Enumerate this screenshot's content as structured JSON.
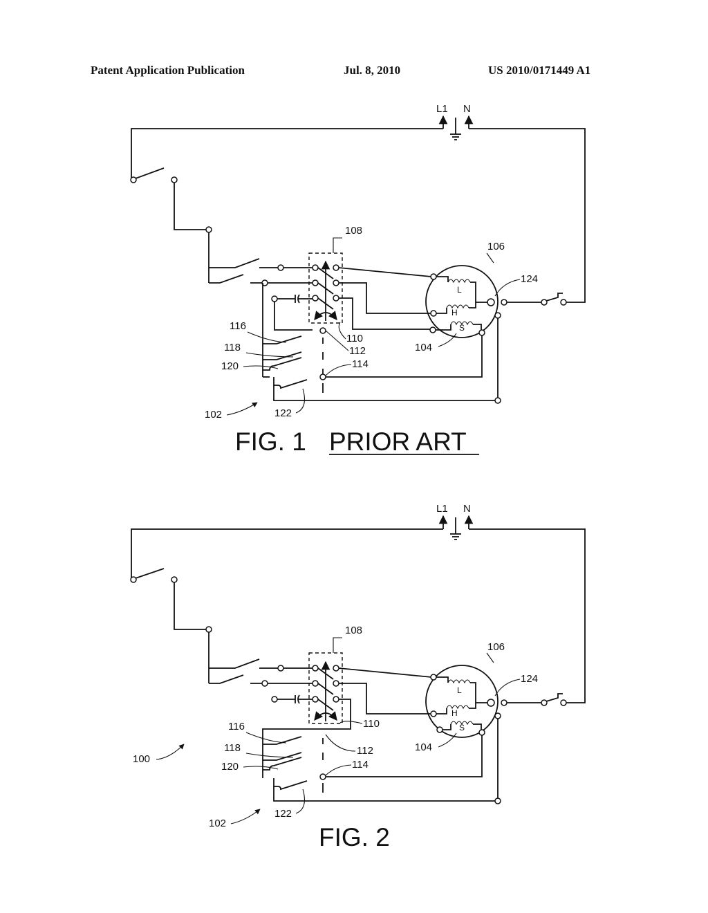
{
  "header": {
    "left": "Patent Application Publication",
    "center": "Jul. 8, 2010",
    "right": "US 2010/0171449 A1"
  },
  "fig1": {
    "caption_prefix": "FIG. 1",
    "caption_underlined": "PRIOR ART",
    "supply_line": "L1",
    "supply_neutral": "N",
    "coil_low": "L",
    "coil_high": "H",
    "coil_start": "S",
    "refs": {
      "r102": "102",
      "r104": "104",
      "r106": "106",
      "r108": "108",
      "r110": "110",
      "r112": "112",
      "r114": "114",
      "r116": "116",
      "r118": "118",
      "r120": "120",
      "r122": "122",
      "r124": "124"
    }
  },
  "fig2": {
    "caption": "FIG. 2",
    "supply_line": "L1",
    "supply_neutral": "N",
    "coil_low": "L",
    "coil_high": "H",
    "coil_start": "S",
    "refs": {
      "r100": "100",
      "r102": "102",
      "r104": "104",
      "r106": "106",
      "r108": "108",
      "r110": "110",
      "r112": "112",
      "r114": "114",
      "r116": "116",
      "r118": "118",
      "r120": "120",
      "r122": "122",
      "r124": "124"
    }
  }
}
